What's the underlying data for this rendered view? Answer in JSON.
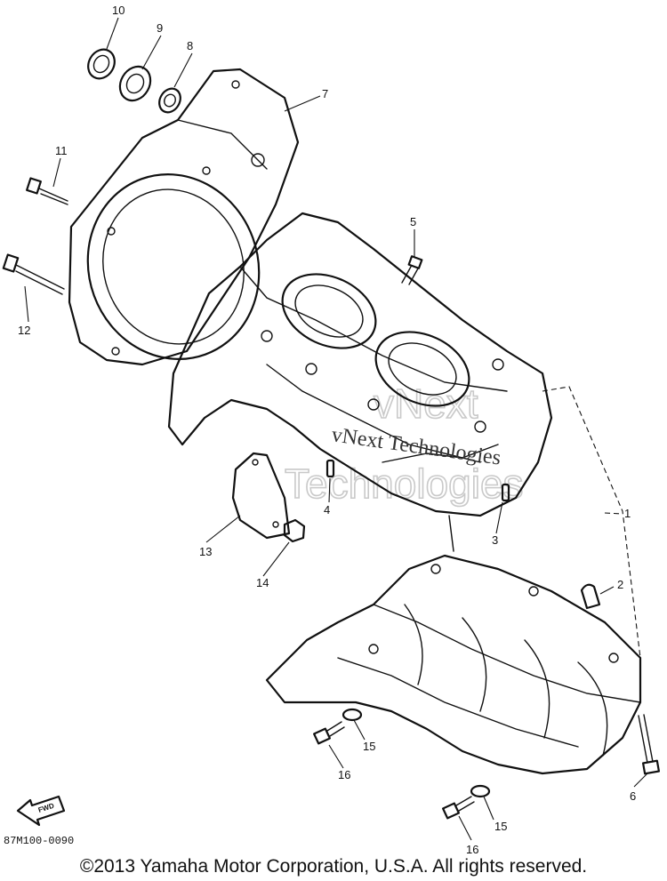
{
  "diagram": {
    "callouts": [
      "1",
      "2",
      "3",
      "4",
      "5",
      "6",
      "7",
      "8",
      "9",
      "10",
      "11",
      "12",
      "13",
      "14",
      "15",
      "15",
      "16",
      "16"
    ],
    "watermark_small": "vNext Technologies",
    "watermark_large_line1": "vNext",
    "watermark_large_line2": "Technologies",
    "fwd_label": "FWD",
    "part_code": "87M100-0090"
  },
  "footer": {
    "copyright": "©2013 Yamaha Motor Corporation, U.S.A. All rights reserved."
  }
}
